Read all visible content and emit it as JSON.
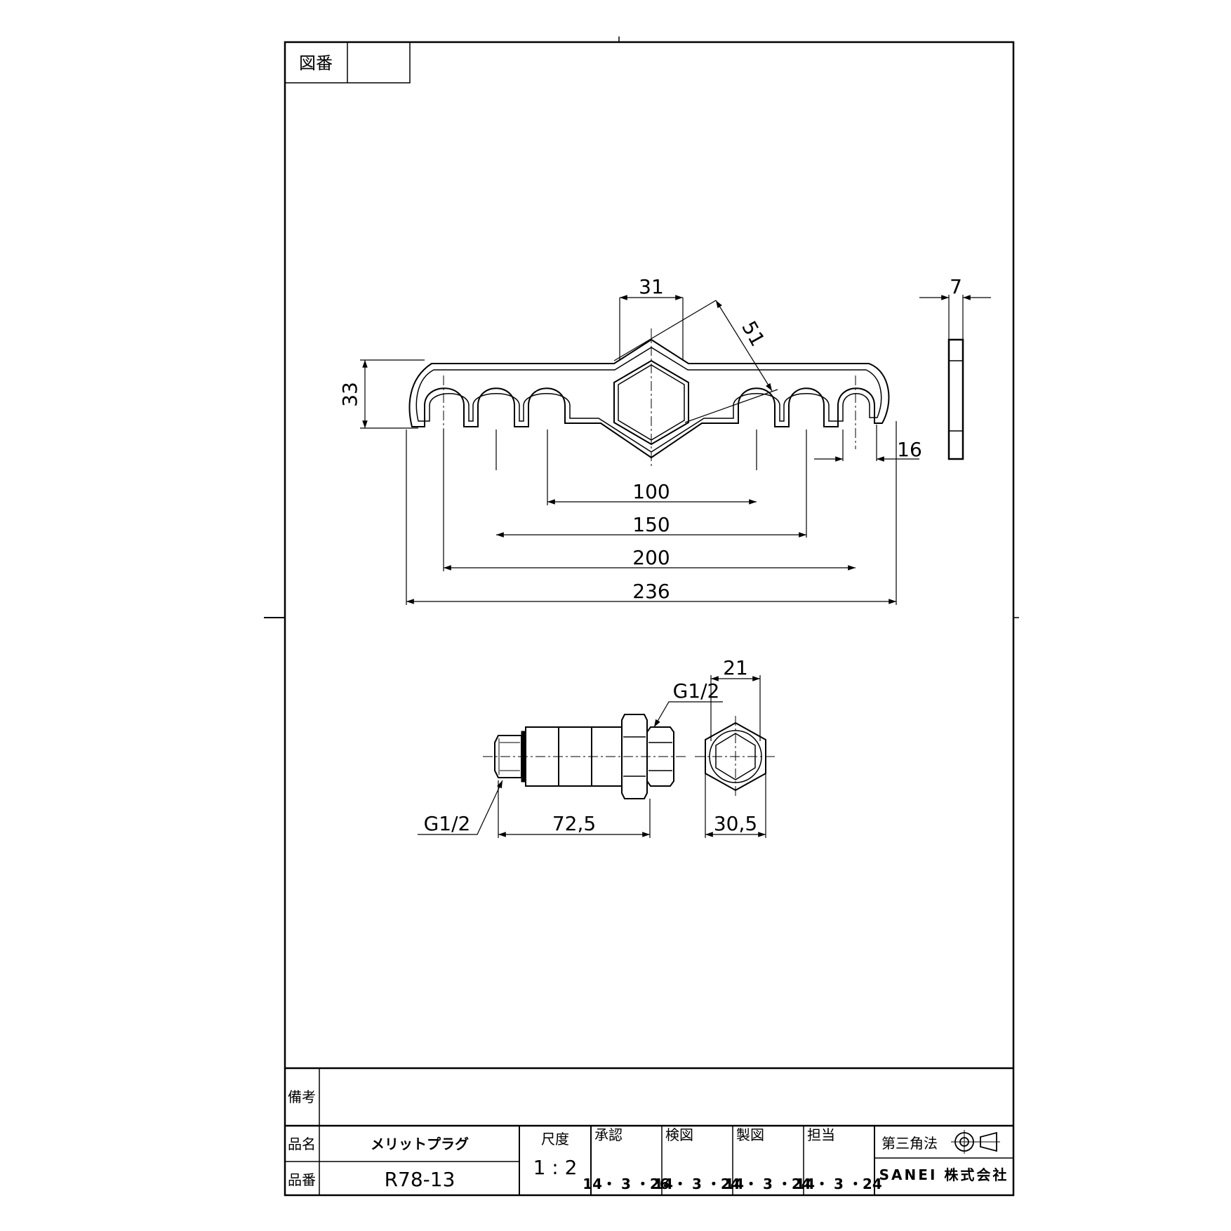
{
  "drawing_number": {
    "label": "図番",
    "value": ""
  },
  "dimensions": {
    "hex_width": "31",
    "hex_diagonal": "51",
    "height": "33",
    "slot_16": "16",
    "thickness": "7",
    "d100": "100",
    "d150": "150",
    "d200": "200",
    "d236": "236",
    "hex_across": "21",
    "thread_top": "G1/2",
    "thread_left": "G1/2",
    "length": "72,5",
    "hex_corner": "30,5"
  },
  "title_block": {
    "remarks_label": "備考",
    "remarks_value": "",
    "name_label": "品名",
    "name_value": "メリットプラグ",
    "number_label": "品番",
    "number_value": "R78-13",
    "scale_label": "尺度",
    "scale_value": "1 : 2",
    "approve_label": "承認",
    "approve_date": "14・ 3 ・26",
    "check_label": "検図",
    "check_date": "14・ 3 ・24",
    "draw_label": "製図",
    "draw_date": "14・ 3 ・24",
    "charge_label": "担当",
    "charge_date": "14・ 3 ・24",
    "projection_label": "第三角法",
    "company": "SANEI 株式会社"
  }
}
